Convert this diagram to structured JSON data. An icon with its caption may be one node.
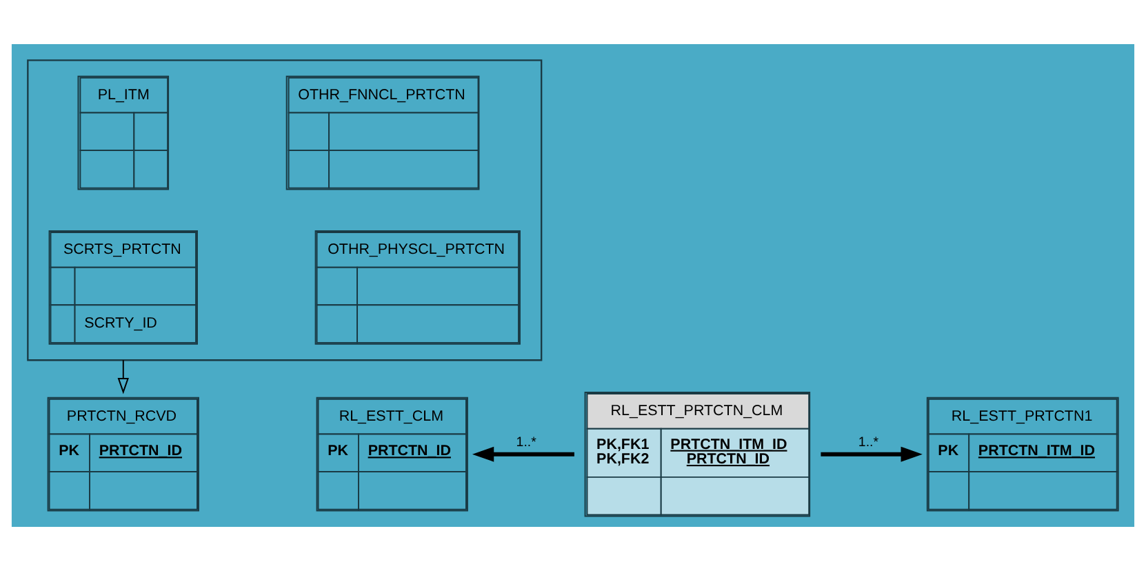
{
  "diagram": {
    "nodes": [
      {
        "text": [],
        "shape": "box"
      },
      {
        "text": [
          "PL_ITM"
        ],
        "in": 0
      },
      {
        "text": [
          "OTHR_FNNCL_PRTCTN"
        ],
        "in": 0
      },
      {
        "text": [
          "SCRTS_PRTCTN",
          "SCRTY_ID"
        ],
        "in": 0
      },
      {
        "text": [
          "OTHR_PHYSCL_PRTCTN"
        ],
        "in": 0
      },
      {
        "text": [
          "PRTCTN_RCVD",
          "PK",
          "PRTCTN_ID"
        ]
      },
      {
        "text": [
          "RL_ESTT_CLM",
          "PK",
          "PRTCTN_ID"
        ]
      },
      {
        "text": [
          "RL_ESTT_PRTCTN_CLM",
          "PK,FK1",
          "PK,FK2",
          "PRTCTN_ITM_ID",
          "PRTCTN_ID"
        ]
      },
      {
        "text": [
          "RL_ESTT_PRTCTN1",
          "PK",
          "PRTCTN_ITM_ID"
        ]
      }
    ],
    "edges": [
      {
        "from": 0,
        "to": 5,
        "arrow": "to"
      },
      {
        "from": 7,
        "to": 6,
        "arrow": "to",
        "label": "1..*"
      },
      {
        "from": 7,
        "to": 8,
        "arrow": "to",
        "label": "1..*"
      }
    ]
  }
}
